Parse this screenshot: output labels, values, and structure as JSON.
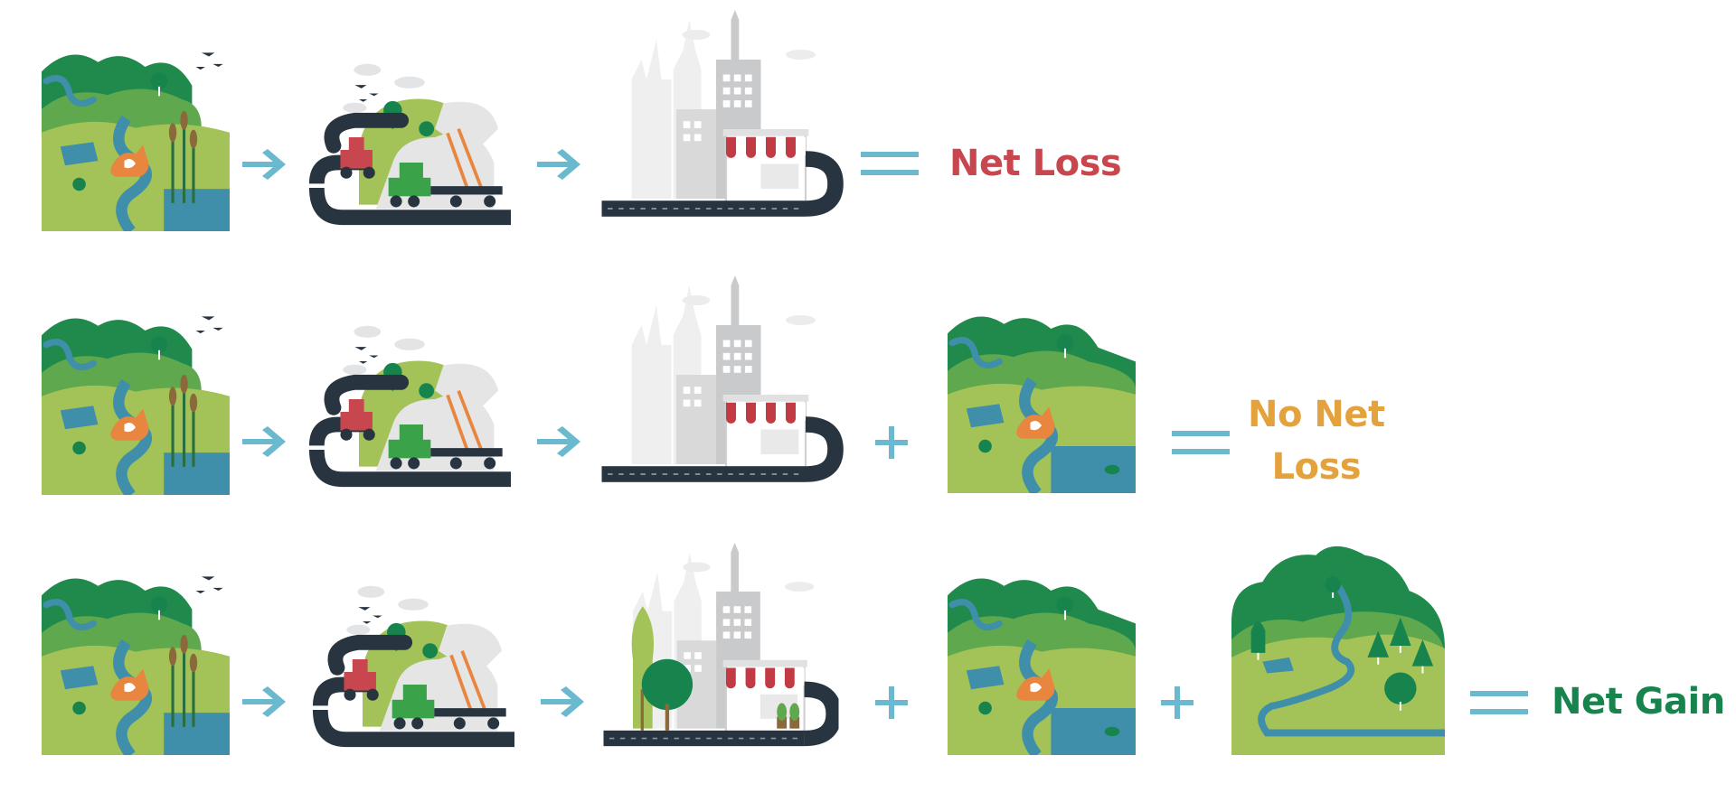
{
  "rows": [
    {
      "result": {
        "lines": [
          "Net Loss"
        ]
      }
    },
    {
      "result": {
        "lines": [
          "No Net",
          "Loss"
        ]
      }
    },
    {
      "result": {
        "lines": [
          "Net Gain"
        ]
      }
    }
  ],
  "colors": {
    "net_loss": "#c8474e",
    "no_net_loss": "#e3a23c",
    "net_gain": "#17844e",
    "operator": "#6bb9cf",
    "grass_light": "#a3c257",
    "grass_mid": "#5fa84e",
    "forest": "#208a4d",
    "water": "#3f8faa",
    "road": "#283440",
    "building_light": "#e5e5e5",
    "building_mid": "#c9cacc",
    "tractor_red": "#c8474e",
    "truck_green": "#3aa34a",
    "fox": "#e8853e",
    "awning_red": "#c23a44"
  },
  "icons": [
    "wetland-habitat-icon",
    "construction-land-clearing-icon",
    "city-development-icon",
    "restored-habitat-icon",
    "new-forest-habitat-icon",
    "arrow-right-icon",
    "plus-icon",
    "equals-icon"
  ]
}
